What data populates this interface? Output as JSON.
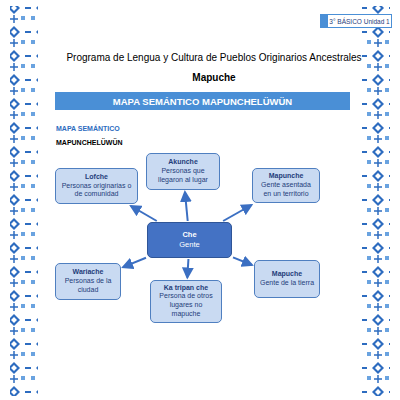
{
  "diagram": {
    "title": "Programa de Lengua y Cultura de Pueblos Originarios Ancestrales",
    "nodes": [
      {
        "text": [
          "3° BÁSICO Unidad 1"
        ]
      },
      {
        "text": [
          "MAPA SEMÁNTICO MAPUNCHELÜWÜN"
        ]
      },
      {
        "text": [
          "Lofche",
          "Personas originarias o de comunidad"
        ]
      },
      {
        "text": [
          "Akunche",
          "Personas que llegaron al lugar"
        ]
      },
      {
        "text": [
          "Mapunche",
          "Gente asentada en un territorio"
        ]
      },
      {
        "text": [
          "Che",
          "Gente"
        ]
      },
      {
        "text": [
          "Wariache",
          "Personas de la ciudad"
        ]
      },
      {
        "text": [
          "Ka tripan che",
          "Persona de otros lugares no mapuche"
        ]
      },
      {
        "text": [
          "Mapuche",
          "Gente de la tierra"
        ]
      }
    ],
    "edges": [
      {
        "from": 5,
        "to": 2,
        "arrow": "to"
      },
      {
        "from": 5,
        "to": 3,
        "arrow": "to"
      },
      {
        "from": 5,
        "to": 4,
        "arrow": "to"
      },
      {
        "from": 5,
        "to": 6,
        "arrow": "to"
      },
      {
        "from": 5,
        "to": 7,
        "arrow": "to"
      },
      {
        "from": 5,
        "to": 8,
        "arrow": "to"
      }
    ],
    "labels": [
      "Mapuche",
      "MAPA SEMÁNTICO",
      "MAPUNCHELÜWÜN"
    ]
  }
}
